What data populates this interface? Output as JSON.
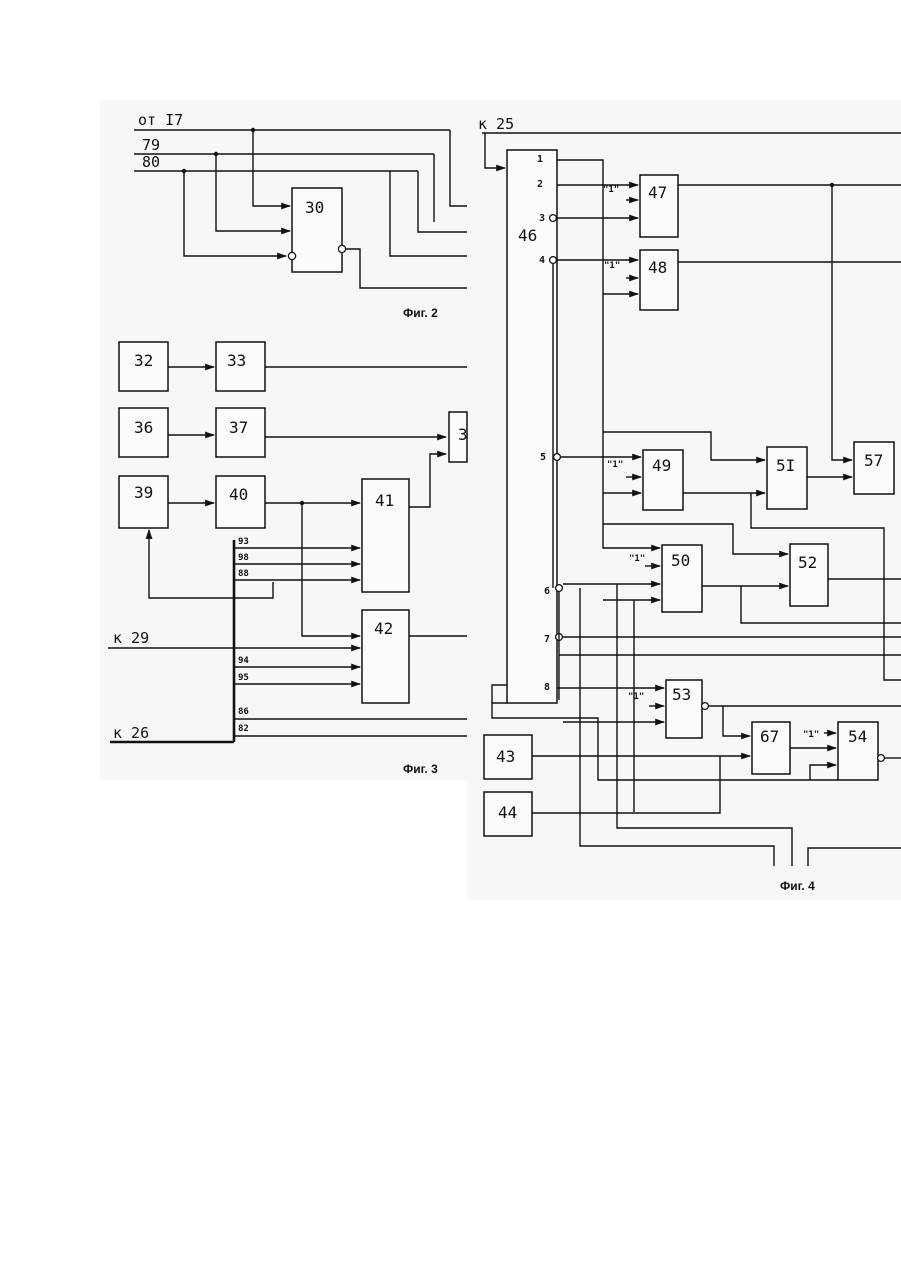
{
  "fig2": {
    "caption": "Фиг. 2",
    "inputs": [
      "от I7",
      "79",
      "80"
    ],
    "block_30": "30"
  },
  "fig3": {
    "caption": "Фиг. 3",
    "blocks": [
      "32",
      "33",
      "36",
      "37",
      "39",
      "40",
      "41",
      "42"
    ],
    "block_partial": "3",
    "inputs": [
      "к 29",
      "к 26"
    ],
    "bus_41": [
      "93",
      "98",
      "88"
    ],
    "bus_42": [
      "94",
      "95"
    ],
    "bus_out": [
      "86",
      "82"
    ]
  },
  "fig4": {
    "caption": "Фиг. 4",
    "input": "к 25",
    "block_46": "46",
    "pins_46": [
      "1",
      "2",
      "3",
      "4",
      "5",
      "6",
      "7",
      "8"
    ],
    "blocks": [
      "47",
      "48",
      "49",
      "5I",
      "57",
      "50",
      "52",
      "53",
      "67",
      "54",
      "43",
      "44"
    ],
    "const_label": "\"1\""
  }
}
